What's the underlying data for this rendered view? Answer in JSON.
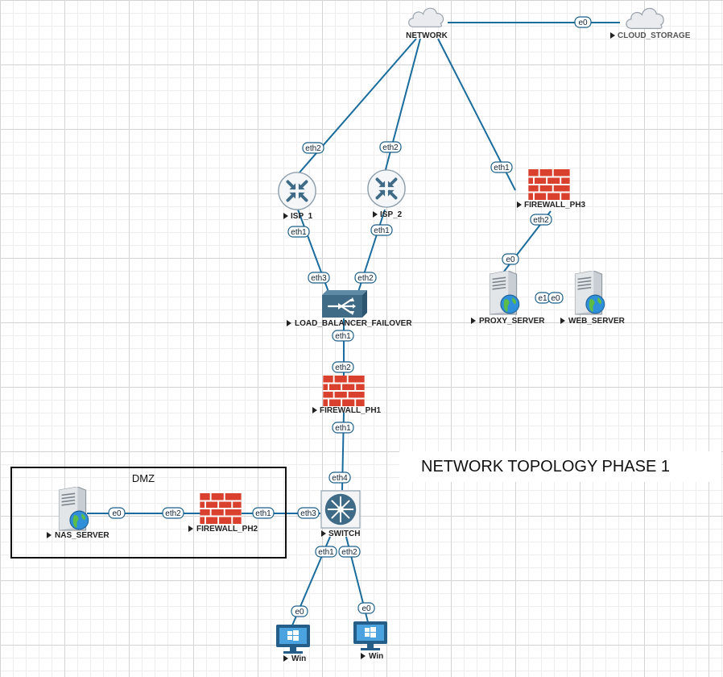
{
  "diagram": {
    "title": "NETWORK TOPOLOGY PHASE 1",
    "dmz_label": "DMZ",
    "nodes": {
      "network": "NETWORK",
      "cloud_storage": "CLOUD_STORAGE",
      "isp_1": "ISP_1",
      "isp_2": "ISP_2",
      "firewall_ph3": "FIREWALL_PH3",
      "load_balancer": "LOAD_BALANCER_FAILOVER",
      "proxy_server": "PROXY_SERVER",
      "web_server": "WEB_SERVER",
      "firewall_ph1": "FIREWALL_PH1",
      "switch": "SWITCH",
      "nas_server": "NAS_SERVER",
      "firewall_ph2": "FIREWALL_PH2",
      "win_1": "Win",
      "win_2": "Win"
    },
    "interfaces": {
      "net_cloud_e0": "e0",
      "isp1_eth2": "eth2",
      "isp2_eth2": "eth2",
      "fw3_eth1": "eth1",
      "isp1_eth1": "eth1",
      "isp2_eth1": "eth1",
      "fw3_eth2": "eth2",
      "proxy_e0": "e0",
      "lb_eth3": "eth3",
      "lb_eth2": "eth2",
      "proxy_e1": "e1",
      "web_e0": "e0",
      "lb_eth1": "eth1",
      "fw1_eth2": "eth2",
      "fw1_eth1": "eth1",
      "sw_eth4": "eth4",
      "nas_e0": "e0",
      "fw2_eth2": "eth2",
      "fw2_eth1": "eth1",
      "sw_eth3": "eth3",
      "sw_eth1": "eth1",
      "sw_eth2": "eth2",
      "win1_e0": "e0",
      "win2_e0": "e0"
    }
  },
  "colors": {
    "link": "#1a6c9c",
    "firewall": "#d9412e",
    "router": "#3f6b86",
    "cloud": "#cfd3d8",
    "monitor": "#245d88"
  }
}
